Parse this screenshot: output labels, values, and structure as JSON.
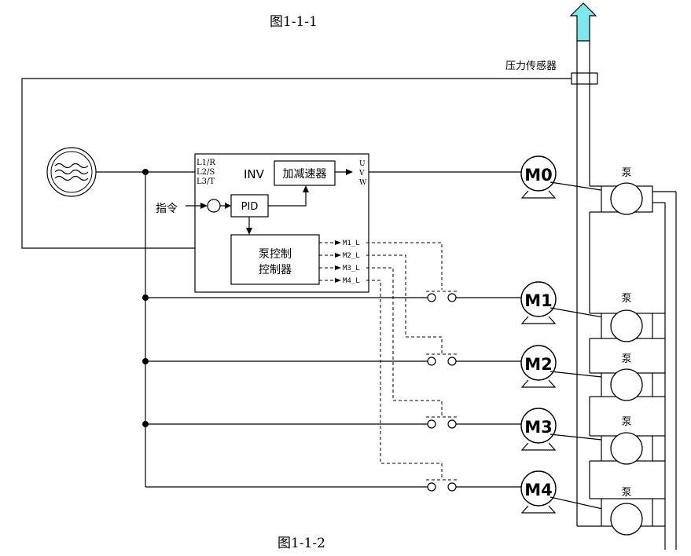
{
  "captions": {
    "top": "图1-1-1",
    "bottom": "图1-1-2"
  },
  "labels": {
    "pressure_sensor": "压力传感器",
    "inv": "INV",
    "input_terminals": [
      "L1/R",
      "L2/S",
      "L3/T"
    ],
    "output_terminals": [
      "U",
      "V",
      "W"
    ],
    "accel_decel": "加减速器",
    "command": "指令",
    "pid": "PID",
    "pump_controller_line1": "泵控制",
    "pump_controller_line2": "控制器",
    "control_outputs": [
      "M1_L",
      "M2_L",
      "M3_L",
      "M4_L"
    ],
    "pump": "泵"
  },
  "motors": [
    "M0",
    "M1",
    "M2",
    "M3",
    "M4"
  ],
  "colors": {
    "arrow_fill": "#7fe6ec",
    "line": "#000000"
  }
}
